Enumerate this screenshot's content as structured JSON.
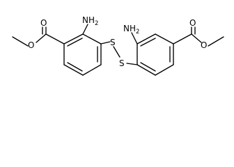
{
  "molecule": {
    "atom_labels": {
      "amine_left": {
        "element": "NH",
        "subscript": "2"
      },
      "amine_right": {
        "element": "NH",
        "subscript": "2"
      },
      "carbonyl_o_left": "O",
      "ester_o_left": "O",
      "sulfur_left": "S",
      "sulfur_right": "S",
      "carbonyl_o_right": "O",
      "ester_o_right": "O"
    },
    "colors": {
      "bond": "#000000",
      "label": "#000000",
      "background": "#ffffff"
    }
  }
}
